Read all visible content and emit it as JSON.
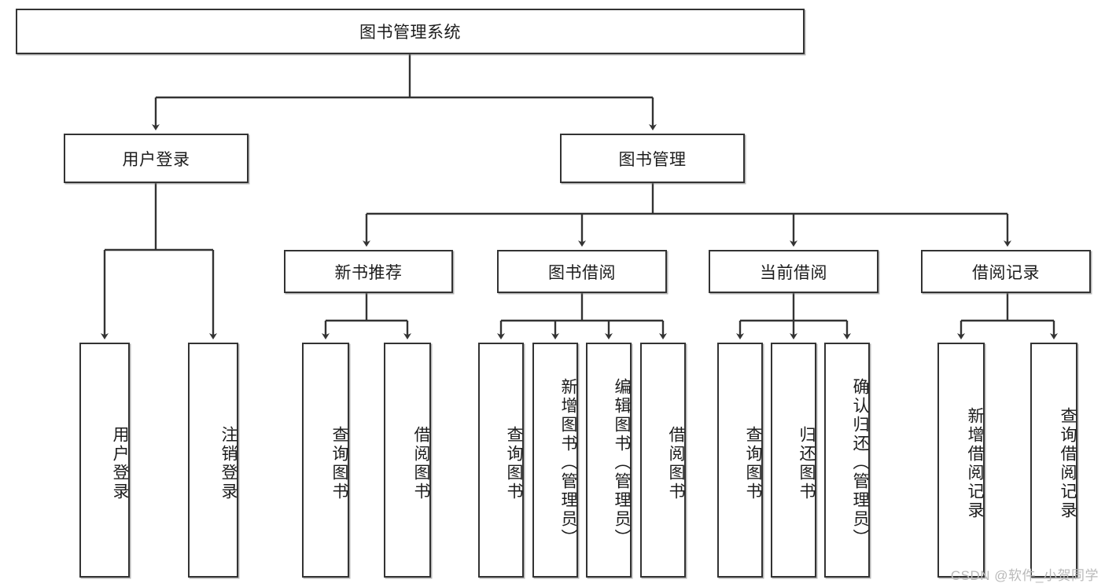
{
  "diagram": {
    "title": "图书管理系统",
    "type": "hierarchy-tree",
    "watermark": "CSDN @软件_小贺同学",
    "colors": {
      "stroke": "#333333",
      "fill": "#ffffff",
      "text": "#1c1c1c",
      "watermark": "#b9b9b9"
    },
    "nodes": {
      "root": {
        "label": "图书管理系统"
      },
      "level2": [
        {
          "id": "user-login",
          "label": "用户登录"
        },
        {
          "id": "book-manage",
          "label": "图书管理"
        }
      ],
      "level3": [
        {
          "id": "new-book-recommend",
          "label": "新书推荐"
        },
        {
          "id": "book-borrow",
          "label": "图书借阅"
        },
        {
          "id": "current-borrow",
          "label": "当前借阅"
        },
        {
          "id": "borrow-record",
          "label": "借阅记录"
        }
      ],
      "leaves": [
        {
          "id": "leaf-user-login",
          "label": "用户登录",
          "parent": "user-login"
        },
        {
          "id": "leaf-user-logout",
          "label": "注销登录",
          "parent": "user-login"
        },
        {
          "id": "leaf-query-book-1",
          "label": "查询图书",
          "parent": "new-book-recommend"
        },
        {
          "id": "leaf-borrow-book-1",
          "label": "借阅图书",
          "parent": "new-book-recommend"
        },
        {
          "id": "leaf-query-book-2",
          "label": "查询图书",
          "parent": "book-borrow"
        },
        {
          "id": "leaf-add-book",
          "label": "新增图书（管理员）",
          "parent": "book-borrow"
        },
        {
          "id": "leaf-edit-book",
          "label": "编辑图书（管理员）",
          "parent": "book-borrow"
        },
        {
          "id": "leaf-borrow-book-2",
          "label": "借阅图书",
          "parent": "book-borrow"
        },
        {
          "id": "leaf-query-book-3",
          "label": "查询图书",
          "parent": "current-borrow"
        },
        {
          "id": "leaf-return-book",
          "label": "归还图书",
          "parent": "current-borrow"
        },
        {
          "id": "leaf-confirm-return",
          "label": "确认归还（管理员）",
          "parent": "current-borrow"
        },
        {
          "id": "leaf-add-borrow-record",
          "label": "新增借阅记录",
          "parent": "borrow-record"
        },
        {
          "id": "leaf-query-borrow-record",
          "label": "查询借阅记录",
          "parent": "borrow-record"
        }
      ]
    }
  }
}
